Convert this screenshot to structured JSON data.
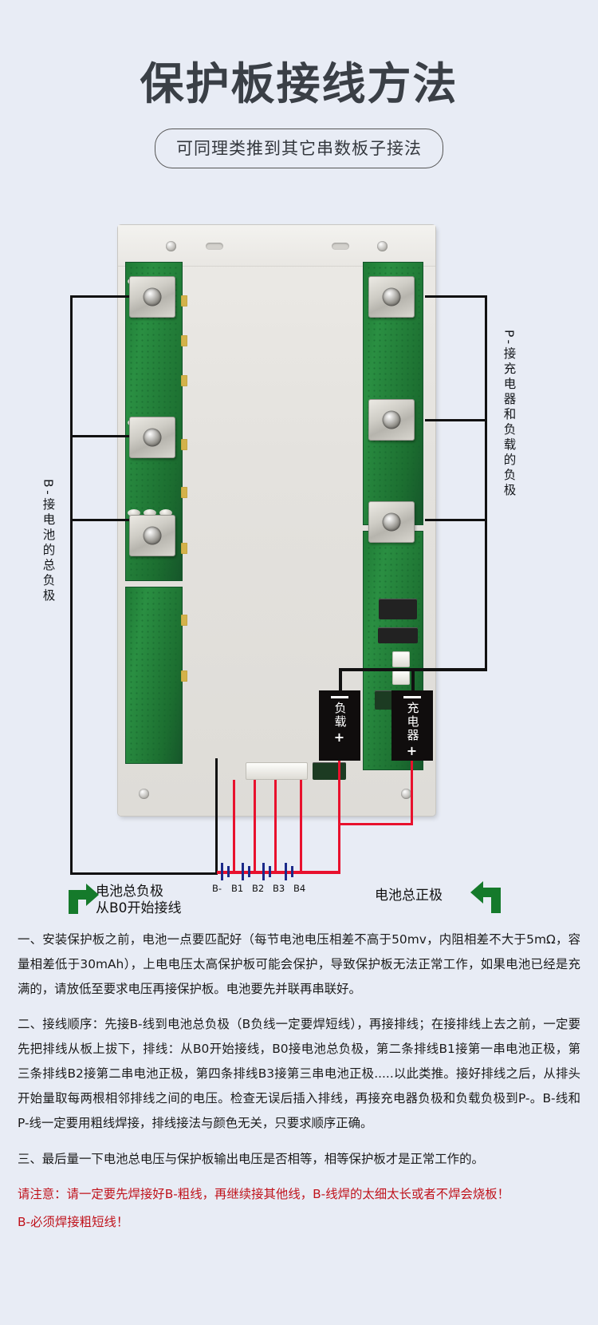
{
  "header": {
    "title": "保护板接线方法",
    "subtitle": "可同理类推到其它串数板子接法"
  },
  "diagram": {
    "left_label": "B-接电池的总负极",
    "right_label": "P-接充电器和负载的负极",
    "load_box": {
      "minus": "—",
      "name": "负载",
      "plus": "+"
    },
    "charger_box": {
      "minus": "—",
      "name": "充电器",
      "plus": "+"
    },
    "balance_terminals": [
      "B-",
      "B1",
      "B2",
      "B3",
      "B4"
    ],
    "battery_negative_caption_line1": "电池总负极",
    "battery_negative_caption_line2": "从B0开始接线",
    "battery_positive_caption": "电池总正极",
    "colors": {
      "wire_black": "#111111",
      "wire_red": "#e8112d",
      "arrow_green": "#157a2b",
      "cell_blue": "#1b2a8a",
      "pcb_green": "#1f7a35",
      "background": "#e8ecf5"
    }
  },
  "instructions": {
    "items": [
      "一、安装保护板之前，电池一点要匹配好（每节电池电压相差不高于50mv，内阻相差不大于5mΩ，容量相差低于30mAh），上电电压太高保护板可能会保护，导致保护板无法正常工作，如果电池已经是充满的，请放低至要求电压再接保护板。电池要先并联再串联好。",
      "二、接线顺序：先接B-线到电池总负极（B负线一定要焊短线），再接排线；在接排线上去之前，一定要先把排线从板上拔下，排线：从B0开始接线，B0接电池总负极，第二条排线B1接第一串电池正极，第三条排线B2接第二串电池正极，第四条排线B3接第三串电池正极.....以此类推。接好排线之后，从排头开始量取每两根相邻排线之间的电压。检查无误后插入排线，再接充电器负极和负载负极到P-。B-线和P-线一定要用粗线焊接，排线接法与颜色无关，只要求顺序正确。",
      "三、最后量一下电池总电压与保护板输出电压是否相等，相等保护板才是正常工作的。"
    ],
    "note_line1": "请注意：请一定要先焊接好B-粗线，再继续接其他线，B-线焊的太细太长或者不焊会烧板！",
    "note_line2": "B-必须焊接粗短线！"
  }
}
